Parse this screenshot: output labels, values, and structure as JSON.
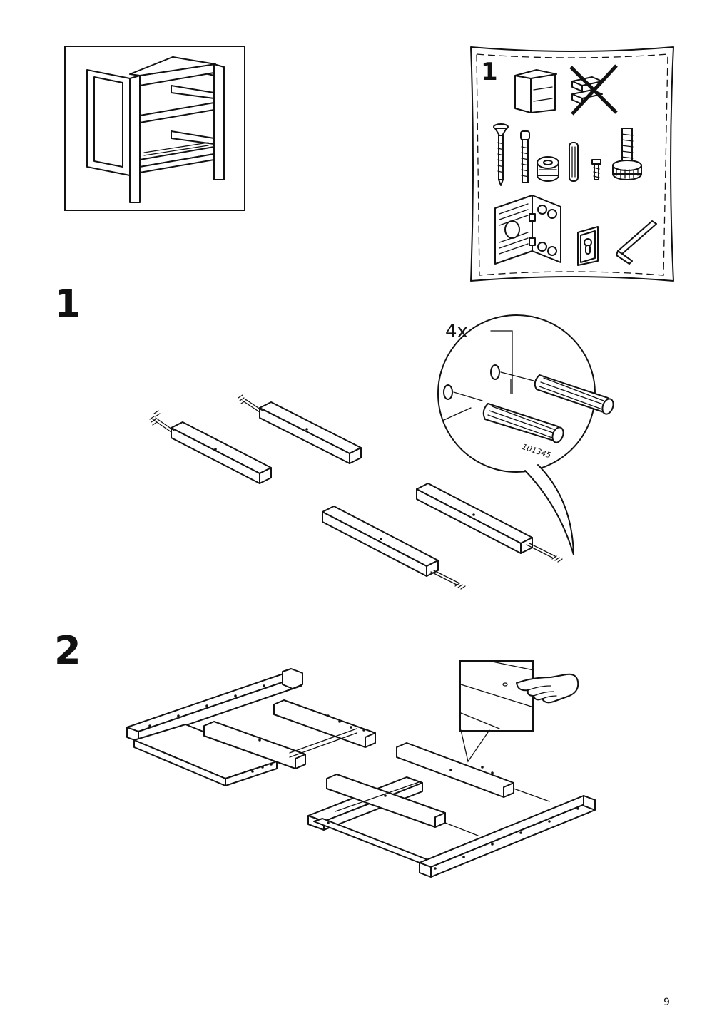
{
  "overview_box": {
    "illustration": "cabinet-frame"
  },
  "parts_card": {
    "step_label": "1",
    "illustrations": [
      "cabinet-frame-icon",
      "no-drawers-icon",
      "screw-icon",
      "cam-bolt-icon",
      "cam-lock-icon",
      "dowel-icon",
      "small-screw-icon",
      "adjustable-foot-icon",
      "hinge-plate-icon",
      "wall-bracket-icon",
      "allen-key-icon"
    ]
  },
  "step1": {
    "number": "1",
    "detail": {
      "quantity": "4x",
      "part_number": "101345"
    }
  },
  "step2": {
    "number": "2"
  },
  "page": {
    "number": "9"
  }
}
